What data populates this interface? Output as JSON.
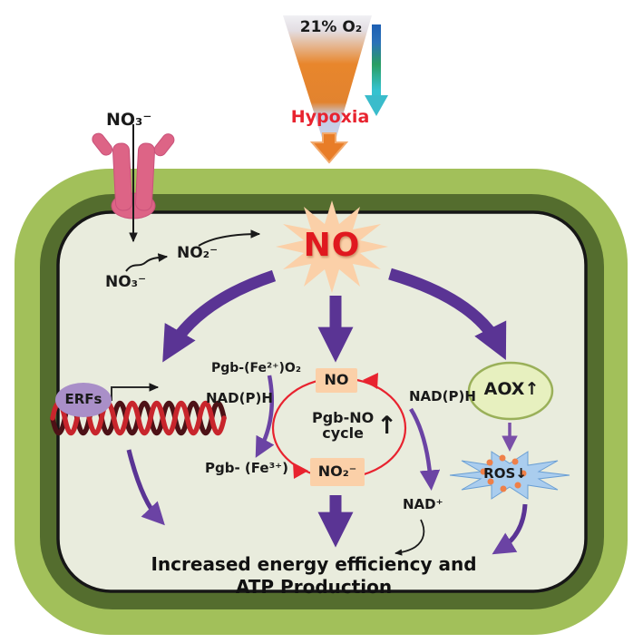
{
  "colors": {
    "purple": "#5a3494",
    "purple_light": "#6b43a4",
    "red": "#e8232f",
    "no_red": "#e0181f",
    "peach": "#fbd0a8",
    "green_outer": "#a2c05a",
    "green_dark": "#546d2e",
    "cell_bg": "#e9ecdd",
    "pink": "#dd6486",
    "erf_purple": "#a98fc8",
    "aox_fill": "#e7f0bf",
    "aox_stroke": "#9ab059",
    "ros_fill": "#aacdee",
    "ros_stroke": "#6a9fd4",
    "dot_orange": "#ef8049",
    "orange": "#e87d28",
    "dna_red": "#c8252c",
    "dna_dark": "#4d1116"
  },
  "funnel": {
    "top_label": "21% O₂",
    "hypoxia_label": "Hypoxia"
  },
  "membrane": {
    "no3_outside": "NO₃⁻"
  },
  "cytosol": {
    "no3_inside": "NO₃⁻",
    "no2_inside": "NO₂⁻",
    "no_burst": "NO"
  },
  "pgb_cycle": {
    "no_box": "NO",
    "no2_box": "NO₂⁻",
    "center_line1": "Pgb-NO",
    "center_line2": "cycle",
    "center_arrow": "↑",
    "pgb_fe2_o2": "Pgb-(Fe²⁺)O₂",
    "nadph_left": "NAD(P)H",
    "pgb_fe3": "Pgb- (Fe³⁺)",
    "nadph_right": "NAD(P)H",
    "nad_plus": "NAD⁺"
  },
  "transcription": {
    "erfs": "ERFs"
  },
  "mitochondria": {
    "aox": "AOX↑",
    "ros": "ROS↓"
  },
  "outcome": {
    "line1": "Increased energy efficiency and",
    "line2": "ATP Production"
  }
}
